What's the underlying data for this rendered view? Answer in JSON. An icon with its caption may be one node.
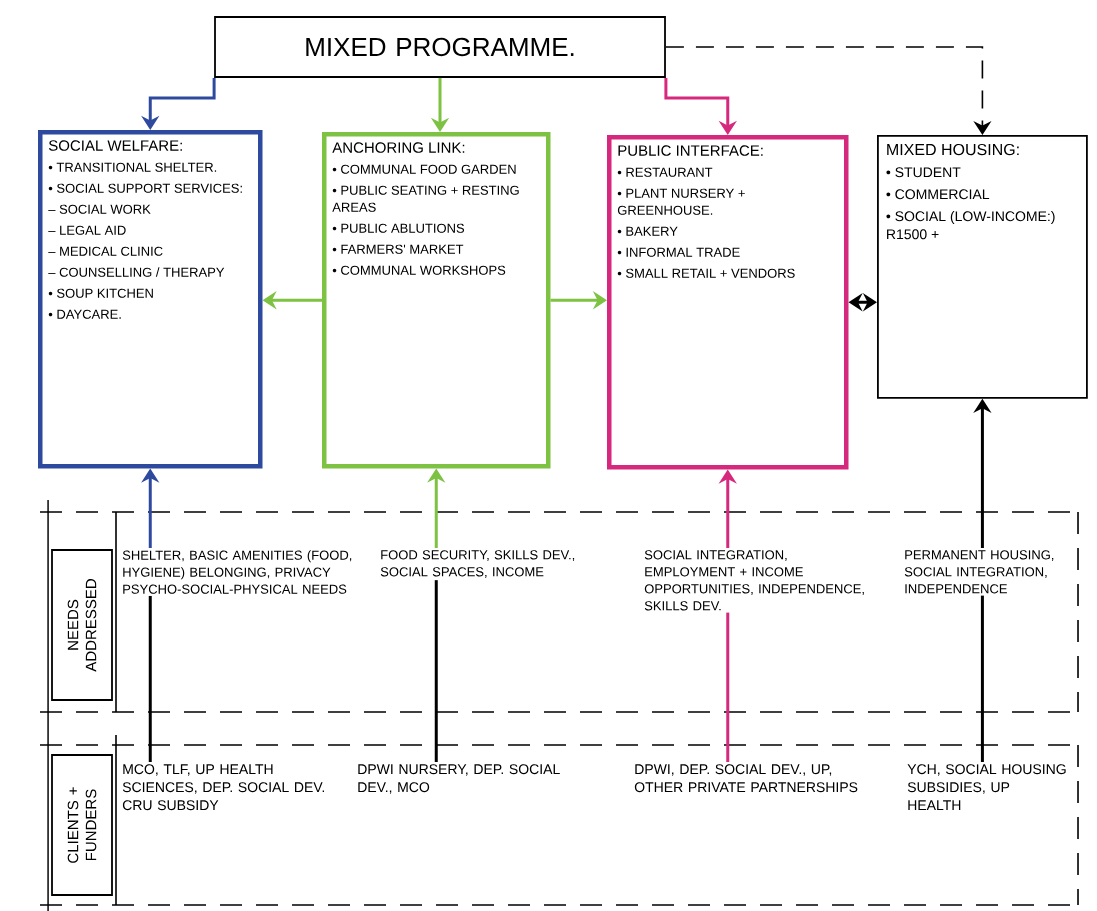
{
  "diagram": {
    "nodes": [
      {
        "text": [
          "MIXED PROGRAMME."
        ]
      },
      {
        "text": [
          "SOCIAL WELFARE:",
          "• TRANSITIONAL SHELTER.",
          "• SOCIAL SUPPORT SERVICES:",
          "– SOCIAL WORK",
          "– LEGAL AID",
          "– MEDICAL CLINIC",
          "– COUNSELLING / THERAPY",
          "• SOUP KITCHEN",
          "• DAYCARE."
        ]
      },
      {
        "text": [
          "ANCHORING LINK:",
          "• COMMUNAL FOOD GARDEN",
          "• PUBLIC SEATING + RESTING AREAS",
          "• PUBLIC ABLUTIONS",
          "• FARMERS' MARKET",
          "• COMMUNAL WORKSHOPS"
        ]
      },
      {
        "text": [
          "PUBLIC INTERFACE:",
          "• RESTAURANT",
          "• PLANT NURSERY + GREENHOUSE.",
          "• BAKERY",
          "• INFORMAL TRADE",
          "• SMALL RETAIL + VENDORS"
        ]
      },
      {
        "text": [
          "MIXED HOUSING:",
          "• STUDENT",
          "• COMMERCIAL",
          "• SOCIAL (LOW-INCOME:) R1500 +"
        ]
      },
      {
        "text": [
          "NEEDS ADDRESSED"
        ]
      },
      {
        "text": [
          "SHELTER, BASIC AMENITIES (FOOD, HYGIENE) BELONGING, PRIVACY PSYCHO-SOCIAL-PHYSICAL NEEDS"
        ]
      },
      {
        "text": [
          "FOOD SECURITY, SKILLS DEV., SOCIAL SPACES, INCOME"
        ]
      },
      {
        "text": [
          "SOCIAL INTEGRATION, EMPLOYMENT + INCOME OPPORTUNITIES, INDEPENDENCE, SKILLS DEV."
        ]
      },
      {
        "text": [
          "PERMANENT HOUSING, SOCIAL INTEGRATION, INDEPENDENCE"
        ]
      },
      {
        "text": [
          "CLIENTS + FUNDERS"
        ]
      },
      {
        "text": [
          "MCO, TLF, UP HEALTH SCIENCES, DEP. SOCIAL DEV. CRU SUBSIDY"
        ]
      },
      {
        "text": [
          "DPWI NURSERY, DEP. SOCIAL DEV., MCO"
        ]
      },
      {
        "text": [
          "DPWI, DEP. SOCIAL DEV., UP, OTHER PRIVATE PARTNERSHIPS"
        ]
      },
      {
        "text": [
          "YCH, SOCIAL HOUSING SUBSIDIES, UP HEALTH"
        ]
      }
    ],
    "edges": [
      {
        "from": 0,
        "to": 1,
        "arrow": "to",
        "color": "#2e4a9e"
      },
      {
        "from": 0,
        "to": 2,
        "arrow": "to",
        "color": "#7dc242"
      },
      {
        "from": 0,
        "to": 3,
        "arrow": "to",
        "color": "#d6287d"
      },
      {
        "from": 0,
        "to": 4,
        "arrow": "to",
        "style": "dashed"
      },
      {
        "from": 2,
        "to": 1,
        "arrow": "to",
        "color": "#7dc242"
      },
      {
        "from": 2,
        "to": 3,
        "arrow": "to",
        "color": "#7dc242"
      },
      {
        "from": 3,
        "to": 4,
        "arrow": "both"
      },
      {
        "from": 6,
        "to": 1,
        "arrow": "to",
        "color": "#2e4a9e"
      },
      {
        "from": 7,
        "to": 2,
        "arrow": "to",
        "color": "#7dc242"
      },
      {
        "from": 8,
        "to": 3,
        "arrow": "to",
        "color": "#d6287d"
      },
      {
        "from": 9,
        "to": 4,
        "arrow": "to"
      },
      {
        "from": 11,
        "to": 6,
        "arrow": "none"
      },
      {
        "from": 12,
        "to": 7,
        "arrow": "none"
      },
      {
        "from": 13,
        "to": 8,
        "arrow": "none",
        "color": "#d6287d"
      },
      {
        "from": 14,
        "to": 9,
        "arrow": "none"
      }
    ]
  }
}
